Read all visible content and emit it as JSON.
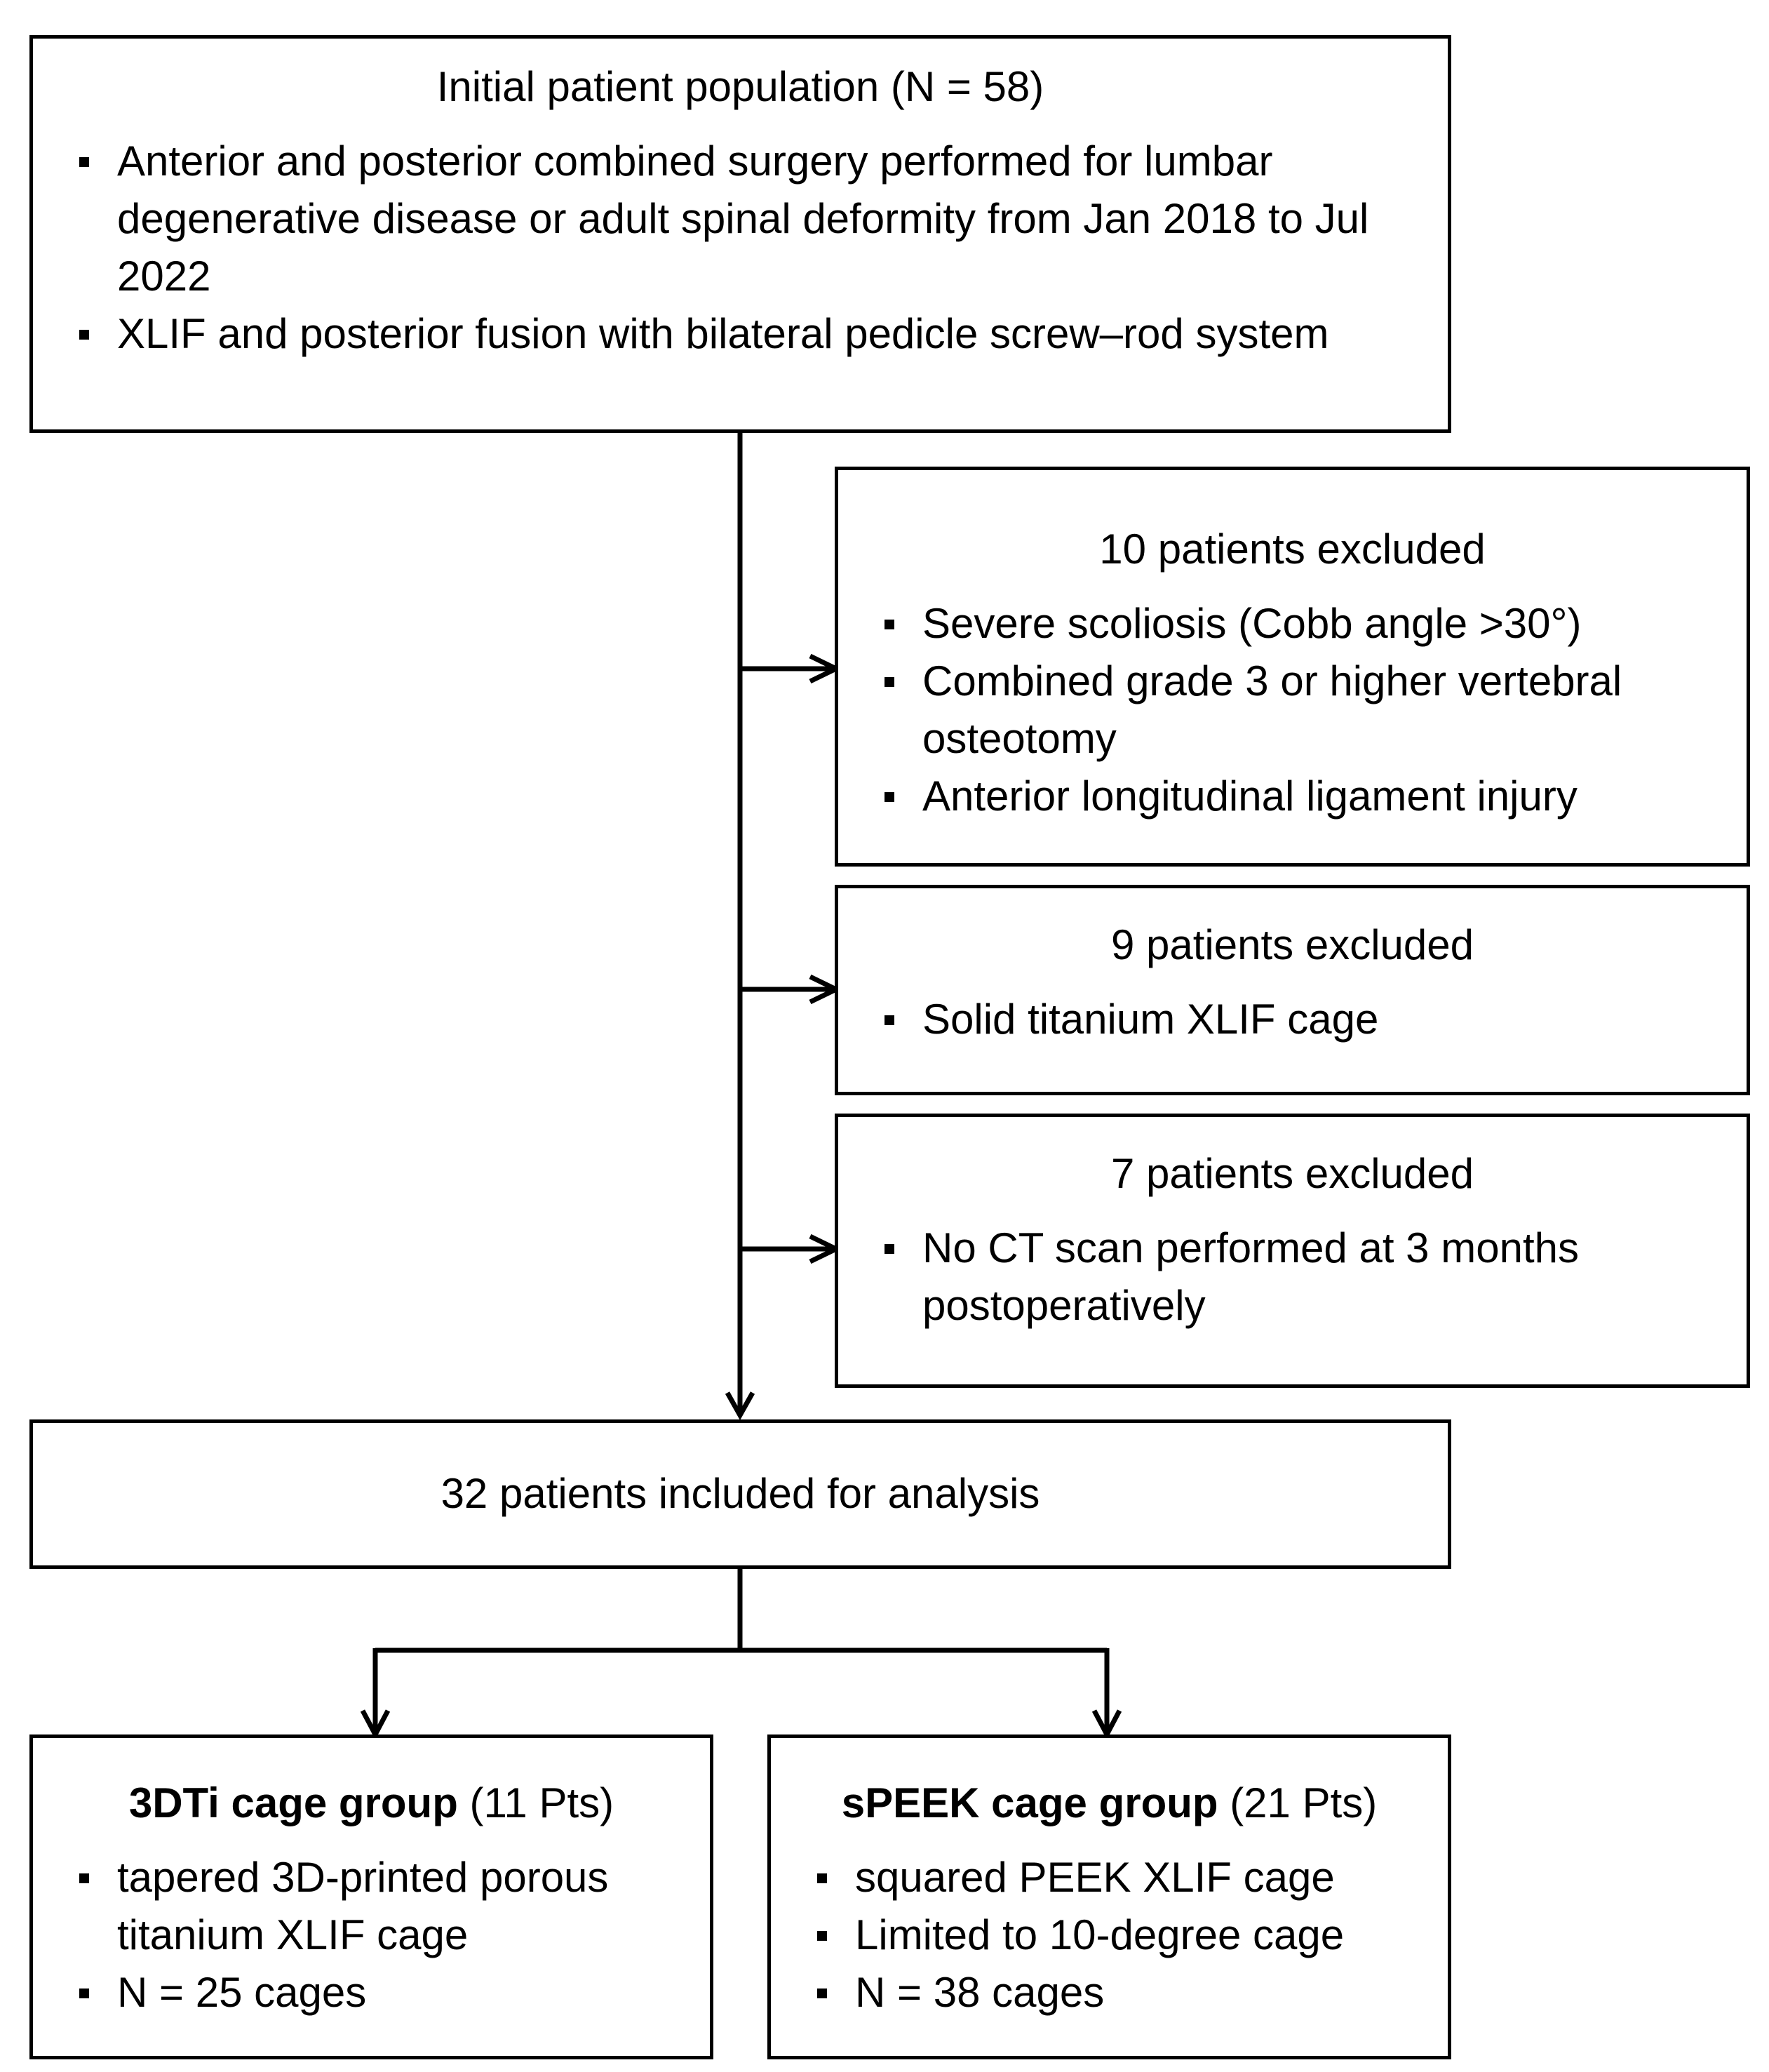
{
  "initial": {
    "title": "Initial patient population (N = 58)",
    "bullets": [
      "Anterior and posterior combined surgery performed for lumbar degenerative disease or adult spinal deformity from Jan 2018 to Jul 2022",
      "XLIF and posterior fusion with bilateral pedicle screw–rod system"
    ]
  },
  "exclusion1": {
    "title": "10 patients excluded",
    "bullets": [
      "Severe scoliosis (Cobb angle >30°)",
      "Combined grade 3 or higher vertebral osteotomy",
      "Anterior longitudinal ligament injury"
    ]
  },
  "exclusion2": {
    "title": "9 patients excluded",
    "bullets": [
      "Solid titanium XLIF cage"
    ]
  },
  "exclusion3": {
    "title": "7 patients excluded",
    "bullets": [
      "No CT scan performed at 3 months postoperatively"
    ]
  },
  "included": {
    "title": "32 patients included for analysis"
  },
  "group_3dti": {
    "name": "3DTi cage group",
    "count": "(11 Pts)",
    "bullets": [
      "tapered 3D-printed porous titanium XLIF cage",
      "N = 25 cages"
    ]
  },
  "group_speek": {
    "name": "sPEEK cage group",
    "count": "(21 Pts)",
    "bullets": [
      "squared PEEK XLIF cage",
      "Limited to 10-degree cage",
      "N = 38 cages"
    ]
  }
}
